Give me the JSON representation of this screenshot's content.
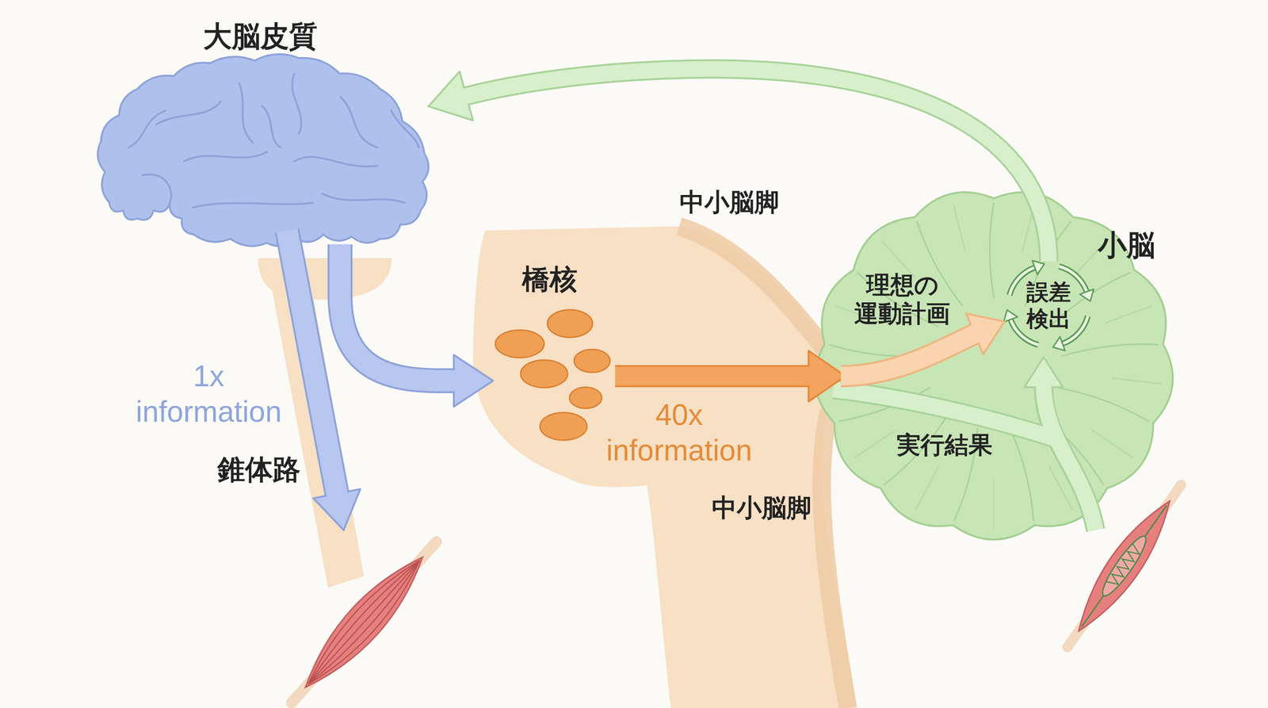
{
  "diagram": {
    "nodes": [
      {
        "text": [
          "大脳皮質"
        ]
      },
      {
        "text": [
          "橋核"
        ]
      },
      {
        "text": [
          "小脳"
        ]
      },
      {
        "text": [
          "誤差 検出"
        ],
        "in": 2
      }
    ],
    "edges": [
      {
        "from": 0,
        "to": 1,
        "arrow": "to"
      },
      {
        "from": 1,
        "to": 3,
        "arrow": "to",
        "label": "40x information"
      },
      {
        "from": 3,
        "to": 0,
        "arrow": "to"
      }
    ],
    "labels": [
      "中小脳脚",
      "理想の 運動計画",
      "1x information",
      "実行結果",
      "錐体路",
      "中小脳脚"
    ]
  }
}
